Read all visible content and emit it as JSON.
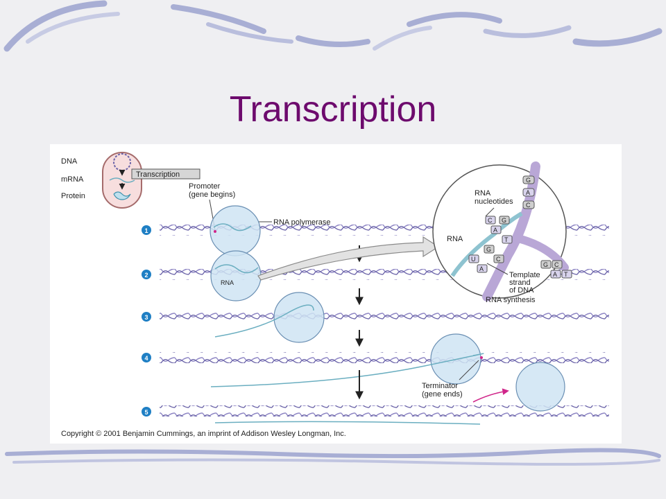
{
  "slide": {
    "title": "Transcription"
  },
  "cell_inset": {
    "labels": [
      "DNA",
      "mRNA",
      "Protein"
    ],
    "process": "Transcription"
  },
  "labels": {
    "promoter": [
      "Promoter",
      "(gene begins)"
    ],
    "rna_polymerase": "RNA polymerase",
    "rna_in_bubble": "RNA",
    "terminator": [
      "Terminator",
      "(gene ends)"
    ]
  },
  "steps": [
    "1",
    "2",
    "3",
    "4",
    "5"
  ],
  "zoom": {
    "rna_nucleotides": [
      "RNA",
      "nucleotides"
    ],
    "rna": "RNA",
    "template": [
      "Template",
      "strand",
      "of DNA"
    ],
    "caption": "RNA synthesis",
    "bases_free": [
      "G",
      "A",
      "C"
    ],
    "bases_rna": [
      "C",
      "A",
      "G",
      "T",
      "G",
      "C",
      "U",
      "A"
    ],
    "bases_template": [
      "G",
      "C",
      "A",
      "T"
    ]
  },
  "copyright": "Copyright © 2001 Benjamin Cummings, an imprint of Addison Wesley Longman, Inc.",
  "colors": {
    "title": "#6d0a6d",
    "brush": "#a9aed3",
    "rna": "#6aaec0",
    "bubble": "#cfe4f3"
  }
}
